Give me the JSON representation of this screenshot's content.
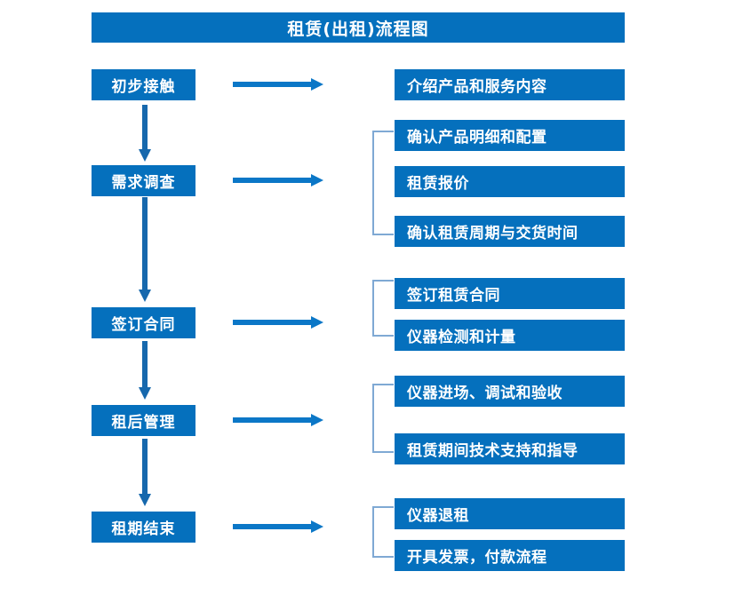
{
  "header": {
    "title": "租赁(出租)流程图"
  },
  "theme": {
    "box_fill": "#0570bd",
    "box_text": "#ffffff",
    "arrow_horizontal": "#0b77c7",
    "arrow_vertical": "#1668ad",
    "bracket": "#7fa9d4",
    "background": "#ffffff"
  },
  "diagram_data": {
    "type": "flowchart",
    "orientation": "vertical-stages-with-right-details",
    "stages": [
      {
        "label": "初步接触",
        "details": [
          "介绍产品和服务内容"
        ],
        "has_bracket": false,
        "arrow_to_next": true
      },
      {
        "label": "需求调查",
        "details": [
          "确认产品明细和配置",
          "租赁报价",
          "确认租赁周期与交货时间"
        ],
        "has_bracket": true,
        "arrow_to_next": true
      },
      {
        "label": "签订合同",
        "details": [
          "签订租赁合同",
          "仪器检测和计量"
        ],
        "has_bracket": true,
        "arrow_to_next": true
      },
      {
        "label": "租后管理",
        "details": [
          "仪器进场、调试和验收",
          "租赁期间技术支持和指导"
        ],
        "has_bracket": true,
        "arrow_to_next": true
      },
      {
        "label": "租期结束",
        "details": [
          "仪器退租",
          "开具发票，付款流程"
        ],
        "has_bracket": true,
        "arrow_to_next": false
      }
    ],
    "stage_count": 5,
    "detail_count": 10
  },
  "stages": {
    "s0": {
      "label": "初步接触"
    },
    "s1": {
      "label": "需求调查"
    },
    "s2": {
      "label": "签订合同"
    },
    "s3": {
      "label": "租后管理"
    },
    "s4": {
      "label": "租期结束"
    }
  },
  "details": {
    "d0": {
      "label": "介绍产品和服务内容"
    },
    "d1": {
      "label": "确认产品明细和配置"
    },
    "d2": {
      "label": "租赁报价"
    },
    "d3": {
      "label": "确认租赁周期与交货时间"
    },
    "d4": {
      "label": "签订租赁合同"
    },
    "d5": {
      "label": "仪器检测和计量"
    },
    "d6": {
      "label": "仪器进场、调试和验收"
    },
    "d7": {
      "label": "租赁期间技术支持和指导"
    },
    "d8": {
      "label": "仪器退租"
    },
    "d9": {
      "label": "开具发票，付款流程"
    }
  }
}
